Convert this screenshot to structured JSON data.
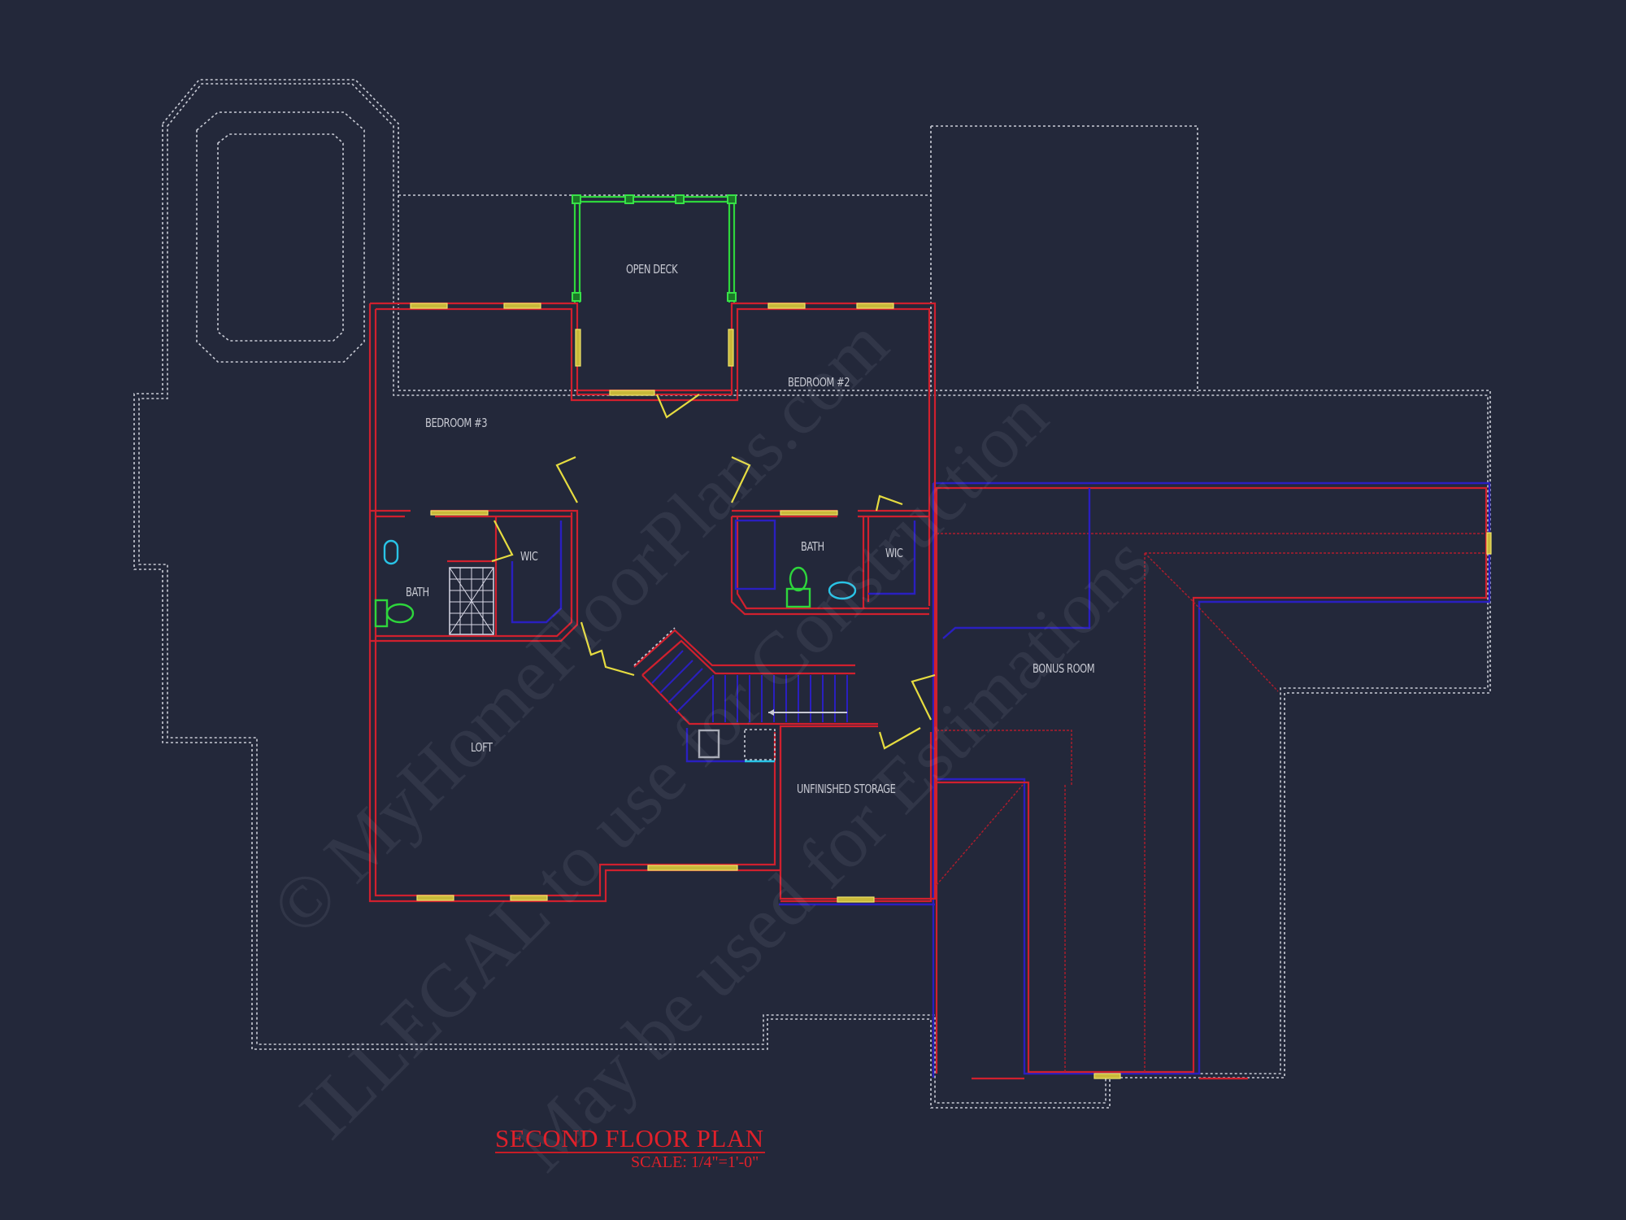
{
  "plan": {
    "title": "SECOND FLOOR PLAN",
    "scale": "SCALE: 1/4\"=1'-0\"",
    "colors": {
      "background": "#23283a",
      "walls": "#d0202e",
      "wall_hatch": "#2a1fc0",
      "windows_doors": "#e6dc40",
      "deck": "#2ed63c",
      "fixtures_cyan": "#29c3e6",
      "dashed_outline": "#c9ccd6",
      "title": "#e0202a"
    }
  },
  "rooms": {
    "open_deck": "OPEN DECK",
    "bedroom3": "BEDROOM #3",
    "bedroom2": "BEDROOM #2",
    "bath_left": "BATH",
    "wic_left": "WIC",
    "bath_right": "BATH",
    "wic_right": "WIC",
    "bonus_room": "BONUS ROOM",
    "loft": "LOFT",
    "unfinished_storage": "UNFINISHED STORAGE"
  },
  "watermark": {
    "line1": "© MyHomeFloorPlans.com",
    "line2": "ILLEGAL to use for Construction",
    "line3": "May be used for Estimations"
  }
}
